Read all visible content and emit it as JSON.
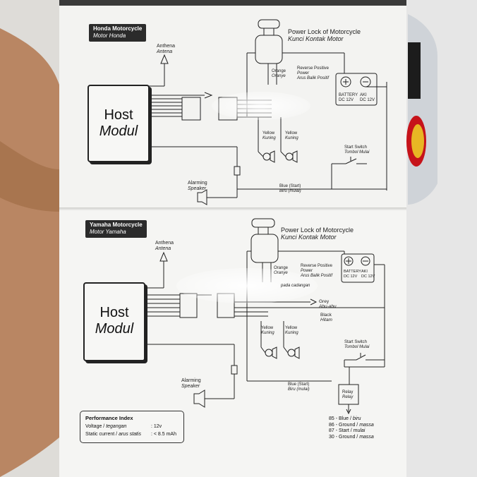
{
  "honda": {
    "title": "Honda Motorcycle",
    "subtitle": "Motor Honda",
    "antenna": "Anthena",
    "antenna_id": "Antena",
    "host_line1": "Host",
    "host_line2": "Modul",
    "power_lock": "Power Lock of Motorcycle",
    "power_lock_id": "Kunci Kontak Motor",
    "orange": "Orange",
    "orange_id": "Oranye",
    "reverse": "Reverse Positive",
    "reverse_id": "Power",
    "arus_balik": "Arus Balik Positif",
    "battery": "BATTERY",
    "aki": "AKI",
    "dc1": "DC 12V",
    "dc2": "DC 12V",
    "yellow1": "Yellow",
    "yellow1_id": "Kuning",
    "yellow2": "Yellow",
    "yellow2_id": "Kuning",
    "start_switch": "Start Switch",
    "start_switch_id": "Tombol Mulai",
    "blue": "Blue (Start)",
    "blue_id": "Biru (mulai)",
    "speaker": "Alarming",
    "speaker_id": "Speaker"
  },
  "yamaha": {
    "title": "Yamaha Motorcycle",
    "subtitle": "Motor Yamaha",
    "antenna": "Anthena",
    "antenna_id": "Antena",
    "host_line1": "Host",
    "host_line2": "Modul",
    "power_lock": "Power Lock of Motorcycle",
    "power_lock_id": "Kunci Kontak Motor",
    "orange": "Orange",
    "orange_id": "Oranye",
    "reverse": "Reverse Positive",
    "reverse_id": "Power",
    "arus_balik": "Arus Balik Positif",
    "pada": "pada cadangan",
    "battery": "BATTERY",
    "aki": "AKI",
    "dc1": "DC 12V",
    "dc2": "DC 12V",
    "grey": "Grey",
    "grey_id": "Abu-abu",
    "black": "Black",
    "black_id": "Hitam",
    "yellow1": "Yellow",
    "yellow1_id": "Kuning",
    "yellow2": "Yellow",
    "yellow2_id": "Kuning",
    "start_switch": "Start Switch",
    "start_switch_id": "Tombol Mulai",
    "blue": "Blue (Start)",
    "blue_id": "Biru (mulai)",
    "relay": "Relay",
    "relay_id": "Relay",
    "speaker": "Alarming",
    "speaker_id": "Speaker"
  },
  "performance": {
    "title": "Performance Index",
    "voltage_label": "Voltage / ",
    "voltage_label_id": "tegangan",
    "voltage_value": ": 12v",
    "current_label": "Static current / ",
    "current_label_id": "arus statis",
    "current_value": ": < 8.5 mAh"
  },
  "relay_pins": [
    {
      "en": "85 - Blue / ",
      "id": "biru"
    },
    {
      "en": "86 - Ground / ",
      "id": "massa"
    },
    {
      "en": "87 - Start / ",
      "id": "mulai"
    },
    {
      "en": "30 - Ground / ",
      "id": "massa"
    }
  ]
}
